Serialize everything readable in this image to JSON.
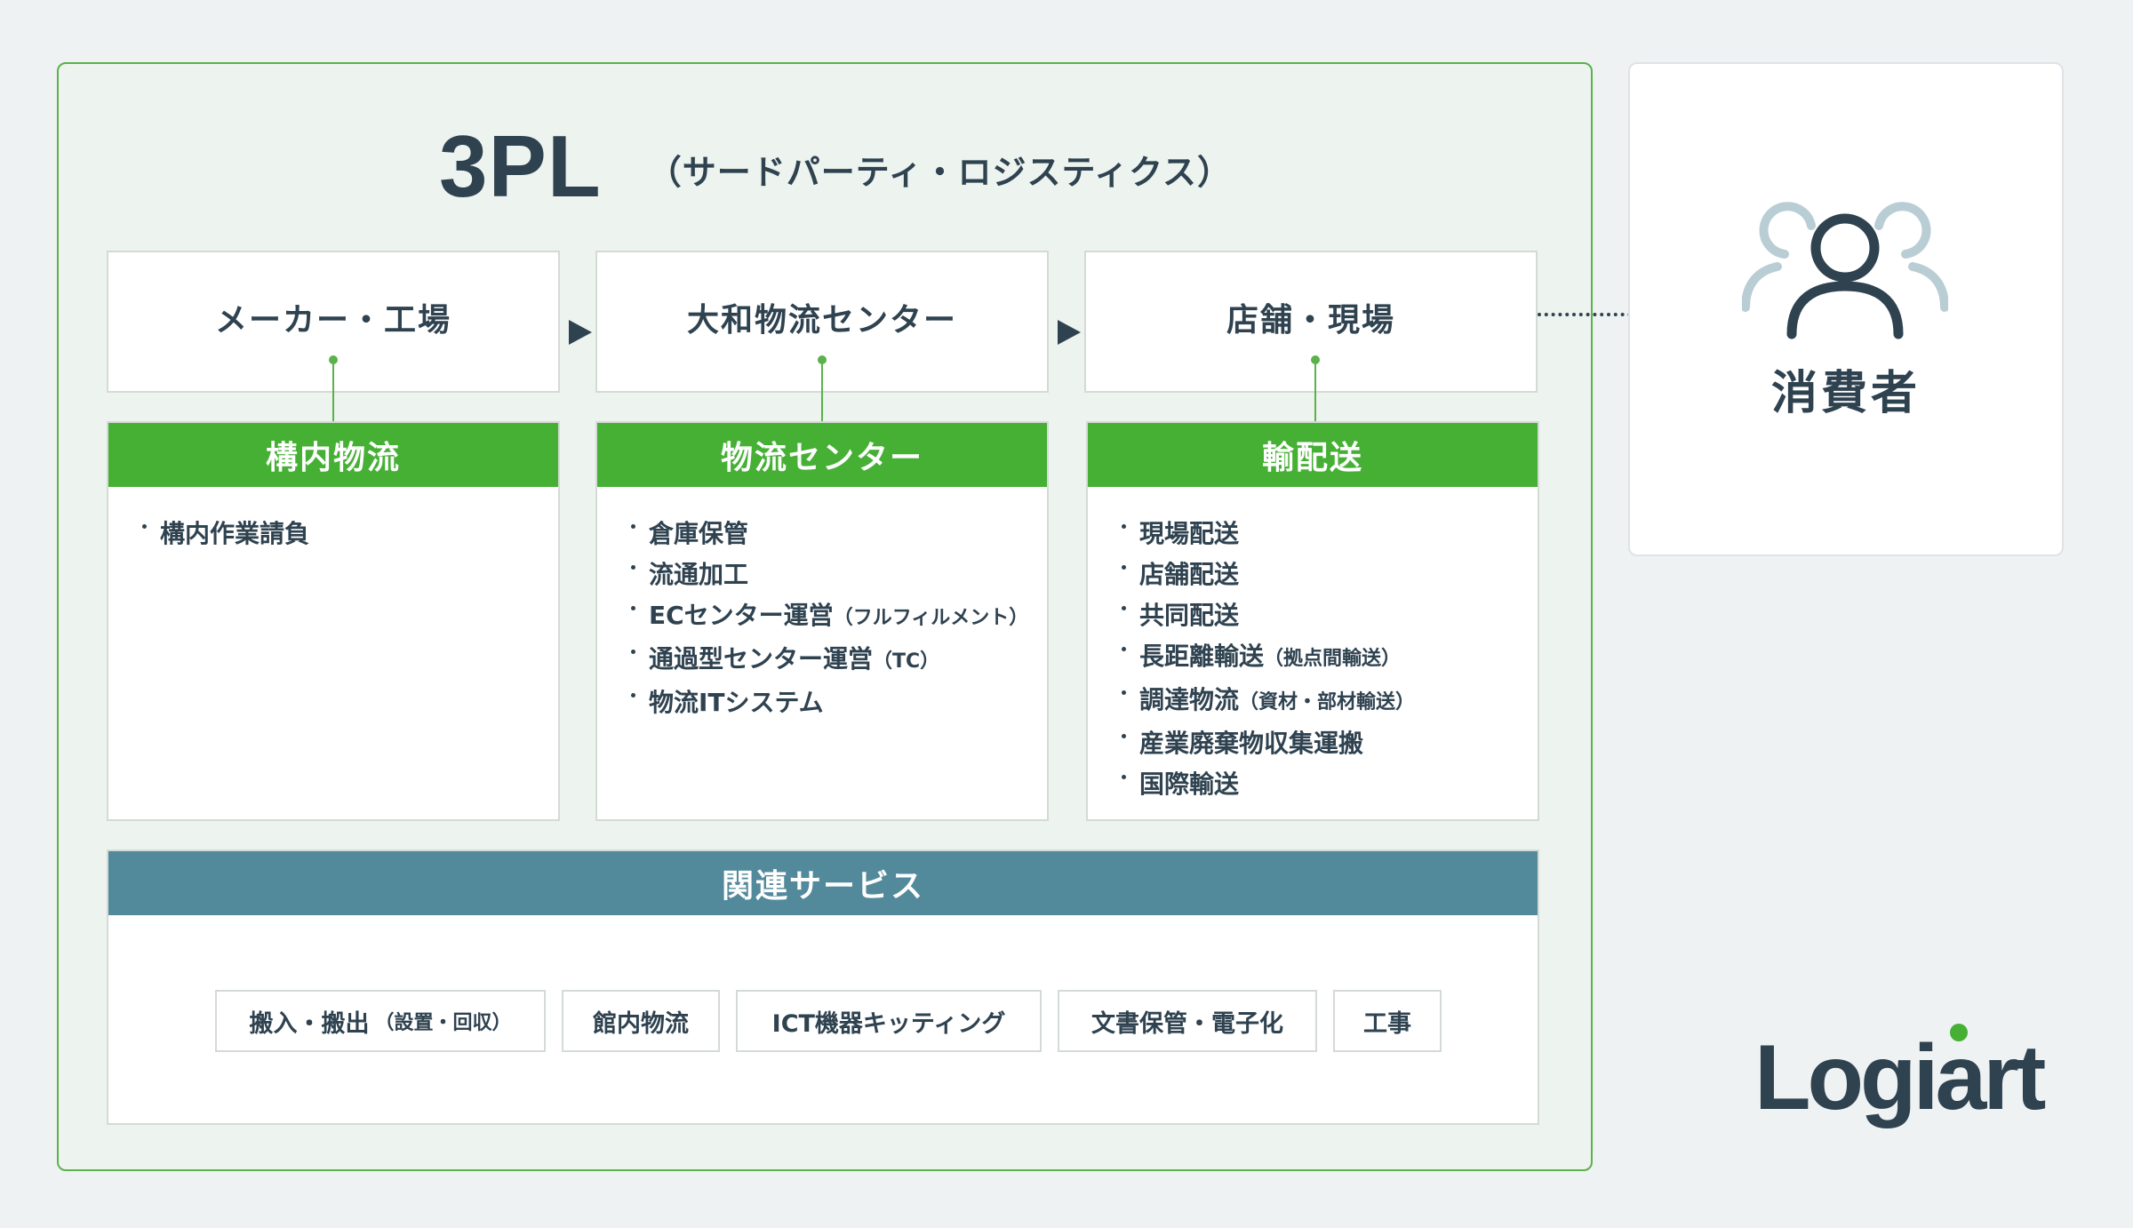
{
  "title": {
    "main": "3PL",
    "sub": "（サードパーティ・ロジスティクス）"
  },
  "flow": {
    "entities": [
      "メーカー・工場",
      "大和物流センター",
      "店舗・現場"
    ],
    "destination": "消費者"
  },
  "services": [
    {
      "name": "構内物流",
      "items": [
        "構内作業請負"
      ]
    },
    {
      "name": "物流センター",
      "items": [
        {
          "main": "倉庫保管"
        },
        {
          "main": "流通加工"
        },
        {
          "main": "ECセンター運営",
          "note": "（フルフィルメント）"
        },
        {
          "main": "通過型センター運営",
          "note": "（TC）"
        },
        {
          "main": "物流ITシステム"
        }
      ]
    },
    {
      "name": "輸配送",
      "items": [
        {
          "main": "現場配送"
        },
        {
          "main": "店舗配送"
        },
        {
          "main": "共同配送"
        },
        {
          "main": "長距離輸送",
          "note": "（拠点間輸送）"
        },
        {
          "main": "調達物流",
          "note": "（資材・部材輸送）"
        },
        {
          "main": "産業廃棄物収集運搬"
        },
        {
          "main": "国際輸送"
        }
      ]
    }
  ],
  "related": {
    "title": "関連サービス",
    "items": [
      {
        "main": "搬入・搬出",
        "note": "（設置・回収）"
      },
      {
        "main": "館内物流"
      },
      {
        "main": "ICT機器キッティング"
      },
      {
        "main": "文書保管・電子化"
      },
      {
        "main": "工事"
      }
    ]
  },
  "logo": {
    "text": "Logiart",
    "icon": "logiart-logo"
  },
  "icons": {
    "consumer": "people-group-icon",
    "flow_arrow": "right-triangle-arrow-icon"
  },
  "colors": {
    "background": "#eff2f3",
    "panel_fill": "#edf3ee",
    "accent_green": "#46b035",
    "related_header": "#528a9c",
    "text_dark": "#2f4250",
    "consumer_icon_light": "#b9cdd4"
  }
}
